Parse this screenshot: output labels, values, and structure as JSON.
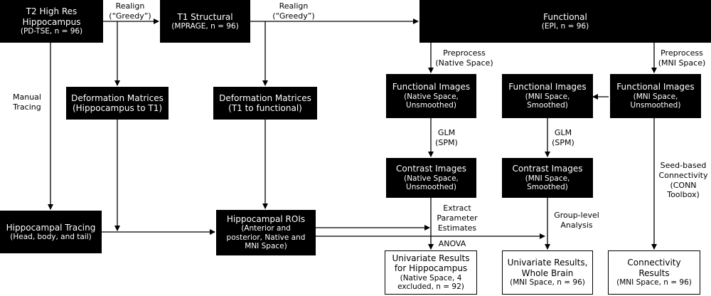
{
  "nodes": {
    "t2": {
      "lines": [
        "T2 High Res",
        "Hippocampus",
        "(PD-TSE, n = 96)"
      ]
    },
    "t1": {
      "lines": [
        "T1 Structural",
        "(MPRAGE, n = 96)"
      ]
    },
    "functional": {
      "lines": [
        "Functional",
        "(EPI, n = 96)"
      ]
    },
    "def_hippo": {
      "lines": [
        "Deformation Matrices",
        "(Hippocampus to T1)"
      ]
    },
    "def_func": {
      "lines": [
        "Deformation Matrices",
        "(T1 to functional)"
      ]
    },
    "func_native": {
      "lines": [
        "Functional Images",
        "(Native Space,",
        "Unsmoothed)"
      ]
    },
    "func_mni_smoothed": {
      "lines": [
        "Functional Images",
        "(MNI Space,",
        "Smoothed)"
      ]
    },
    "func_mni_unsmoothed": {
      "lines": [
        "Functional Images",
        "(MNI Space,",
        "Unsmoothed)"
      ]
    },
    "contrast_native": {
      "lines": [
        "Contrast Images",
        "(Native Space,",
        "Unsmoothed)"
      ]
    },
    "contrast_mni": {
      "lines": [
        "Contrast Images",
        "(MNI Space,",
        "Smoothed)"
      ]
    },
    "hippo_tracing": {
      "lines": [
        "Hippocampal Tracing",
        "(Head, body, and tail)"
      ]
    },
    "hippo_rois": {
      "lines": [
        "Hippocampal ROIs",
        "(Anterior and",
        "posterior, Native and",
        "MNI Space)"
      ]
    },
    "univariate_hippo": {
      "lines": [
        "Univariate Results",
        "for Hippocampus",
        "(Native Space, 4",
        "excluded, n = 92)"
      ]
    },
    "univariate_whole": {
      "lines": [
        "Univariate Results,",
        "Whole Brain",
        "(MNI Space, n = 96)"
      ]
    },
    "connectivity": {
      "lines": [
        "Connectivity",
        "Results",
        "(MNI Space, n = 96)"
      ]
    }
  },
  "labels": {
    "realign1": {
      "lines": [
        "Realign",
        "(“Greedy”)"
      ]
    },
    "realign2": {
      "lines": [
        "Realign",
        "(“Greedy”)"
      ]
    },
    "manual_tracing": {
      "lines": [
        "Manual",
        "Tracing"
      ]
    },
    "preprocess_native": {
      "lines": [
        "Preprocess",
        "(Native Space)"
      ]
    },
    "preprocess_mni": {
      "lines": [
        "Preprocess",
        "(MNI Space)"
      ]
    },
    "glm1": {
      "lines": [
        "GLM",
        "(SPM)"
      ]
    },
    "glm2": {
      "lines": [
        "GLM",
        "(SPM)"
      ]
    },
    "extract": {
      "lines": [
        "Extract",
        "Parameter",
        "Estimates"
      ]
    },
    "anova": {
      "lines": [
        "ANOVA"
      ]
    },
    "group_level": {
      "lines": [
        "Group-level",
        "Analysis"
      ]
    },
    "seed_based": {
      "lines": [
        "Seed-based",
        "Connectivity",
        "(CONN",
        "Toolbox)"
      ]
    }
  }
}
